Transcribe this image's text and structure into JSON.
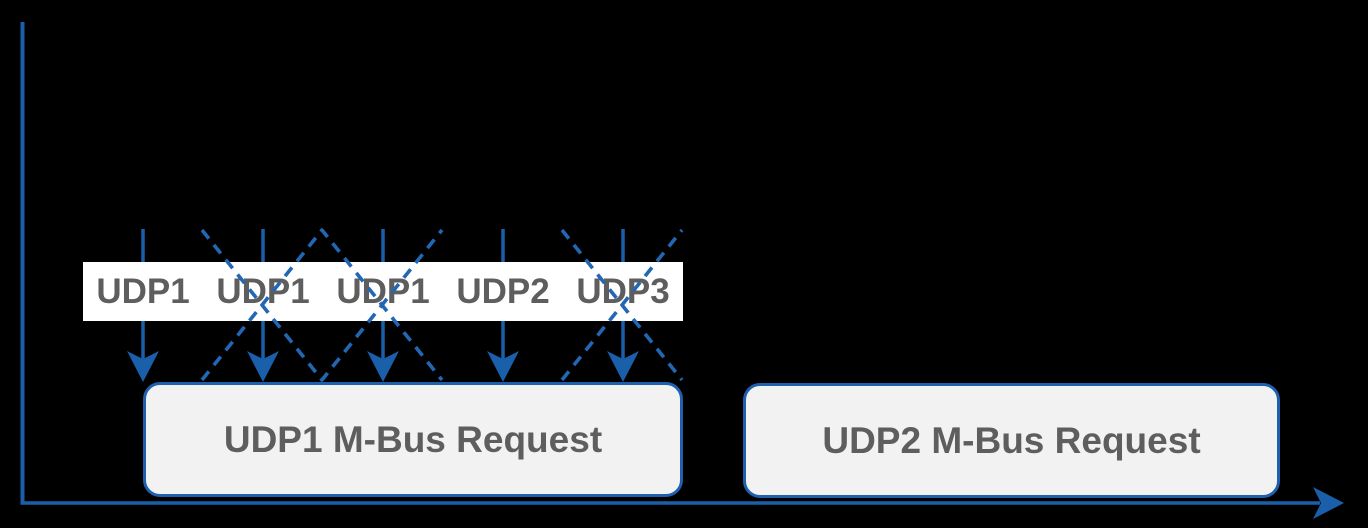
{
  "diagram": {
    "description": "Timeline diagram of UDP datagrams arriving during M-Bus requests",
    "colors": {
      "background": "#000000",
      "axis_blue": "#1a5fa9",
      "arrow_blue": "#1a5fa9",
      "dashed_blue": "#2267b4",
      "band_background": "#ffffff",
      "box_fill": "#f2f2f2",
      "box_border_blue": "#1e5fae",
      "label_gray": "#5e5e5e"
    },
    "timeline": {
      "datagram_labels": [
        "UDP1",
        "UDP1",
        "UDP1",
        "UDP2",
        "UDP3"
      ],
      "crossed_out": [
        false,
        true,
        true,
        false,
        true
      ]
    },
    "boxes": [
      {
        "label": "UDP1 M-Bus Request"
      },
      {
        "label": "UDP2 M-Bus Request"
      }
    ]
  }
}
